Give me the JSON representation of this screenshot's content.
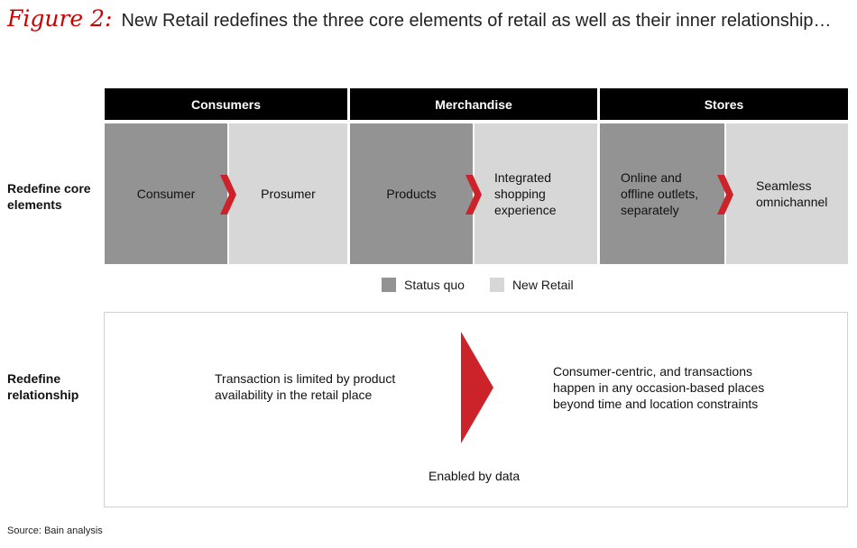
{
  "figure": {
    "label": "Figure 2:",
    "title": "New Retail redefines the three core elements of retail as well as their inner relationship…"
  },
  "rows": {
    "core": "Redefine core elements",
    "relationship": "Redefine relationship"
  },
  "columns": [
    {
      "header": "Consumers",
      "status_quo": "Consumer",
      "new_retail": "Prosumer"
    },
    {
      "header": "Merchandise",
      "status_quo": "Products",
      "new_retail": "Integrated shopping experience"
    },
    {
      "header": "Stores",
      "status_quo": "Online and offline outlets, separately",
      "new_retail": "Seamless omnichannel"
    }
  ],
  "legend": {
    "status_quo": "Status quo",
    "new_retail": "New Retail"
  },
  "relationship": {
    "before": "Transaction is limited by product availability in the retail place",
    "after": "Consumer-centric, and transactions happen in any occasion-based places beyond time and location constraints",
    "enabler": "Enabled by data"
  },
  "source": "Source: Bain analysis",
  "colors": {
    "accent": "#cc2229",
    "status_quo": "#939393",
    "new_retail": "#d7d7d7",
    "header_bg": "#000000",
    "title_label": "#cc0000"
  }
}
